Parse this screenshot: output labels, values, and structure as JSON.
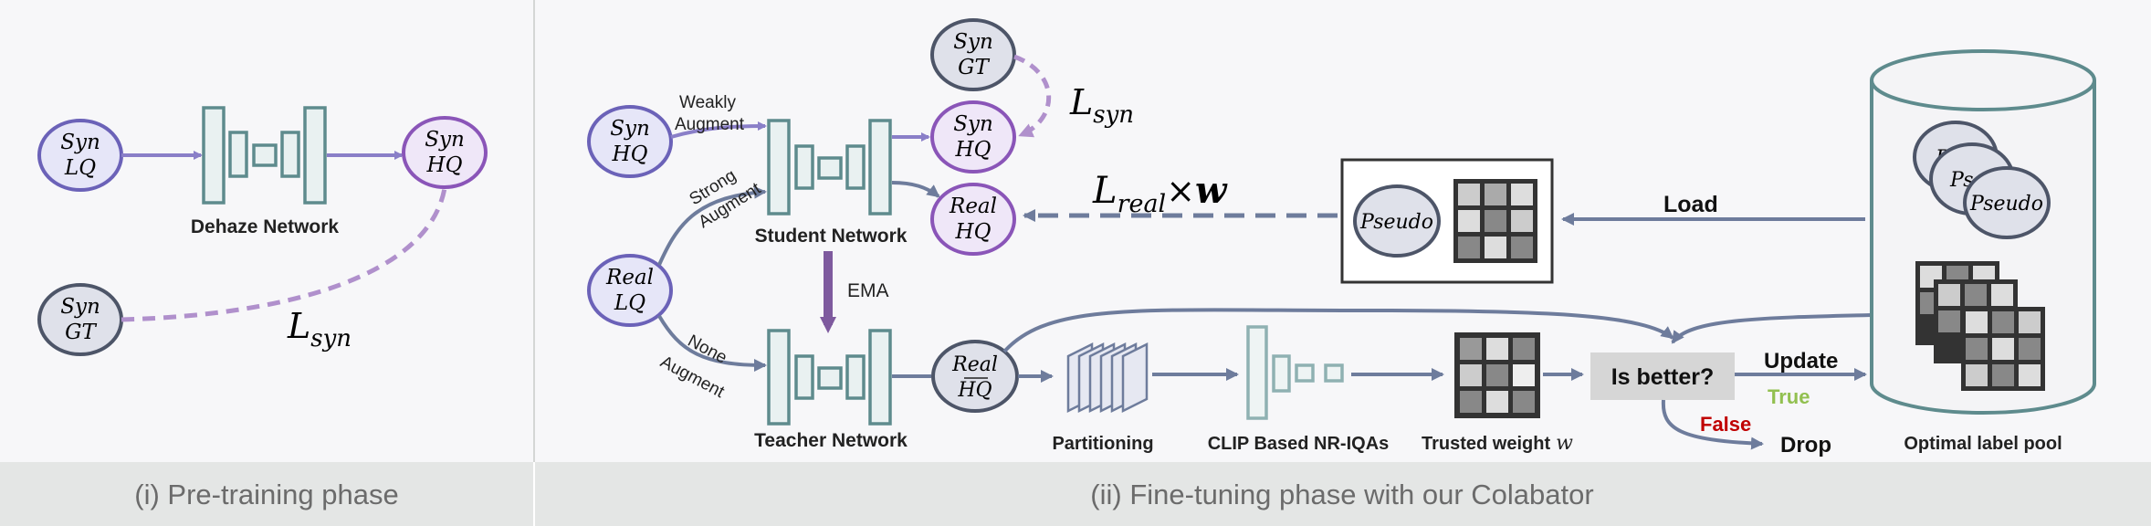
{
  "colors": {
    "panel_bg": "#f7f7f9",
    "footer_bg": "#e4e6e5",
    "footer_text": "#6b6b6b",
    "net_fill": "#e9f1f1",
    "net_stroke": "#5e8b8d",
    "arrow_purple": "#8a7fc8",
    "arrow_slate": "#6e7c9c",
    "dashed_purple": "#b090cc",
    "ellipse_blue_fill": "#e6e6f8",
    "ellipse_blue_stroke": "#6b62b8",
    "ellipse_purple_fill": "#efe7f8",
    "ellipse_purple_stroke": "#8a55b8",
    "ellipse_gray_fill": "#dfe1ea",
    "ellipse_gray_stroke": "#4d5568",
    "ema_arrow": "#7e5a9e",
    "false_text": "#c00000",
    "true_text": "#92c050",
    "decision_fill": "#d6d6d6"
  },
  "panels": {
    "pretraining_label": "(i) Pre-training phase",
    "finetuning_label": "(ii) Fine-tuning phase with our Colabator"
  },
  "pretraining": {
    "syn_lq": [
      "Syn",
      "LQ"
    ],
    "syn_hq": [
      "Syn",
      "HQ"
    ],
    "syn_gt": [
      "Syn",
      "GT"
    ],
    "network_label": "Dehaze Network",
    "loss_main": "L",
    "loss_sub": "syn"
  },
  "finetuning": {
    "syn_hq_in": [
      "Syn",
      "HQ"
    ],
    "real_lq": [
      "Real",
      "LQ"
    ],
    "syn_gt": [
      "Syn",
      "GT"
    ],
    "syn_hq_out": [
      "Syn",
      "HQ"
    ],
    "real_hq": [
      "Real",
      "HQ"
    ],
    "real_hq_teacher": [
      "Real",
      "HQ"
    ],
    "weak_augment": [
      "Weakly",
      "Augment"
    ],
    "strong_augment": [
      "Strong",
      "Augment"
    ],
    "none_augment": [
      "None",
      "Augment"
    ],
    "student_label": "Student Network",
    "teacher_label": "Teacher Network",
    "ema_label": "EMA",
    "loss_syn_main": "L",
    "loss_syn_sub": "syn",
    "loss_real_main": "L",
    "loss_real_sub": "real",
    "loss_real_times": "×",
    "loss_real_w": "w",
    "pseudo_label": "Pseudo",
    "load_label": "Load",
    "partitioning_label": "Partitioning",
    "clip_label": "CLIP Based NR-IQAs",
    "trusted_label": "Trusted weight",
    "trusted_w": "w",
    "decision_label": "Is better?",
    "update_label": "Update",
    "true_label": "True",
    "false_label": "False",
    "drop_label": "Drop",
    "pool_label": "Optimal label pool",
    "pool_pseudo": [
      "Ps",
      "Ps",
      "Pseudo"
    ]
  }
}
